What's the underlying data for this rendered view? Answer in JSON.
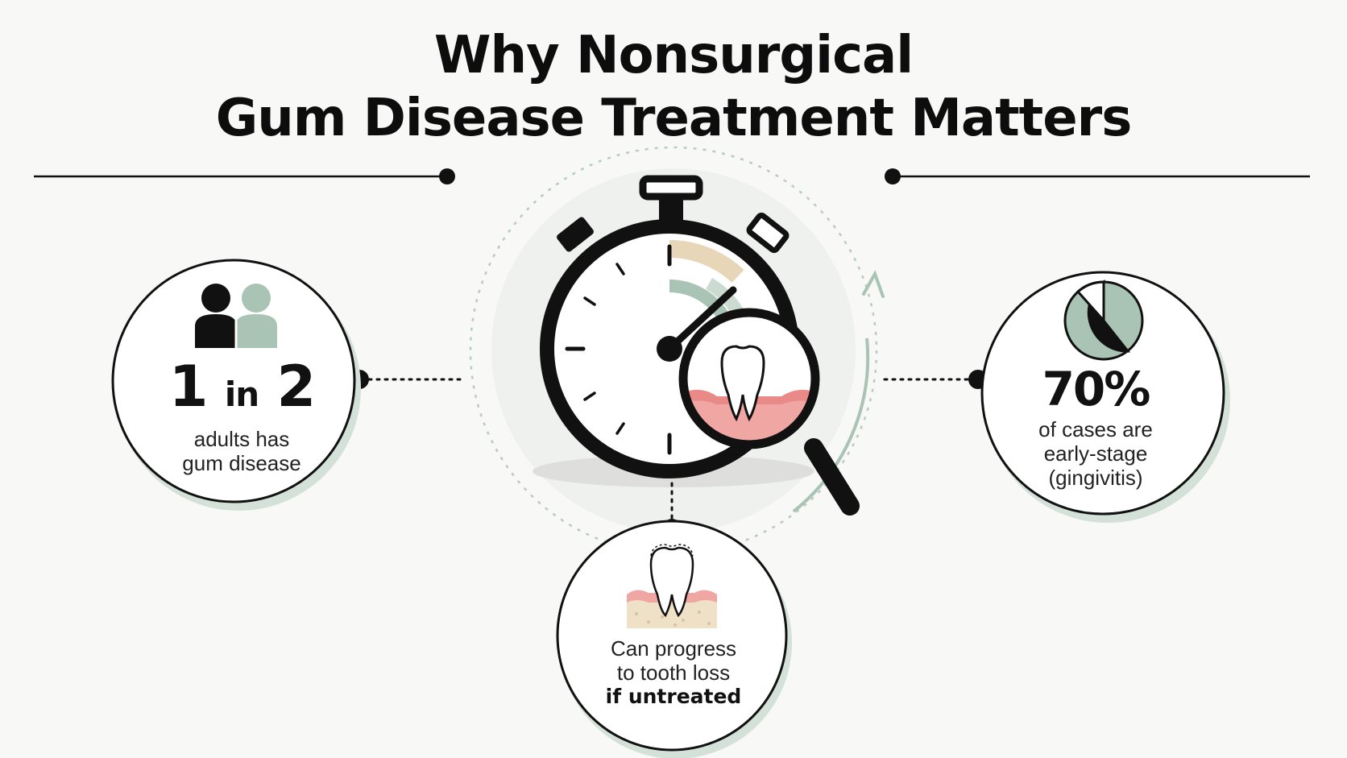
{
  "title": {
    "line1": "Why Nonsurgical",
    "line2": "Gum Disease Treatment Matters"
  },
  "stats": {
    "left": {
      "number_a": "1",
      "connector": "in",
      "number_b": "2",
      "caption_line1": "adults has",
      "caption_line2": "gum disease",
      "icon": "people-icon"
    },
    "right": {
      "value": "70%",
      "caption_line1": "of cases are",
      "caption_line2": "early-stage",
      "caption_line3": "(gingivitis)",
      "icon": "pie-chart-icon"
    },
    "bottom": {
      "caption_line1": "Can progress",
      "caption_line2": "to tooth loss",
      "caption_bold": "if untreated",
      "icon": "tooth-gum-icon"
    }
  },
  "center": {
    "icon": "stopwatch-magnifier-tooth-icon"
  },
  "colors": {
    "ink": "#111111",
    "sage": "#a9c3b4",
    "sage_shadow": "#d4e1d8",
    "tan": "#e8d6b8",
    "gum_pink": "#f0a6a3",
    "background": "#f8f8f7"
  }
}
